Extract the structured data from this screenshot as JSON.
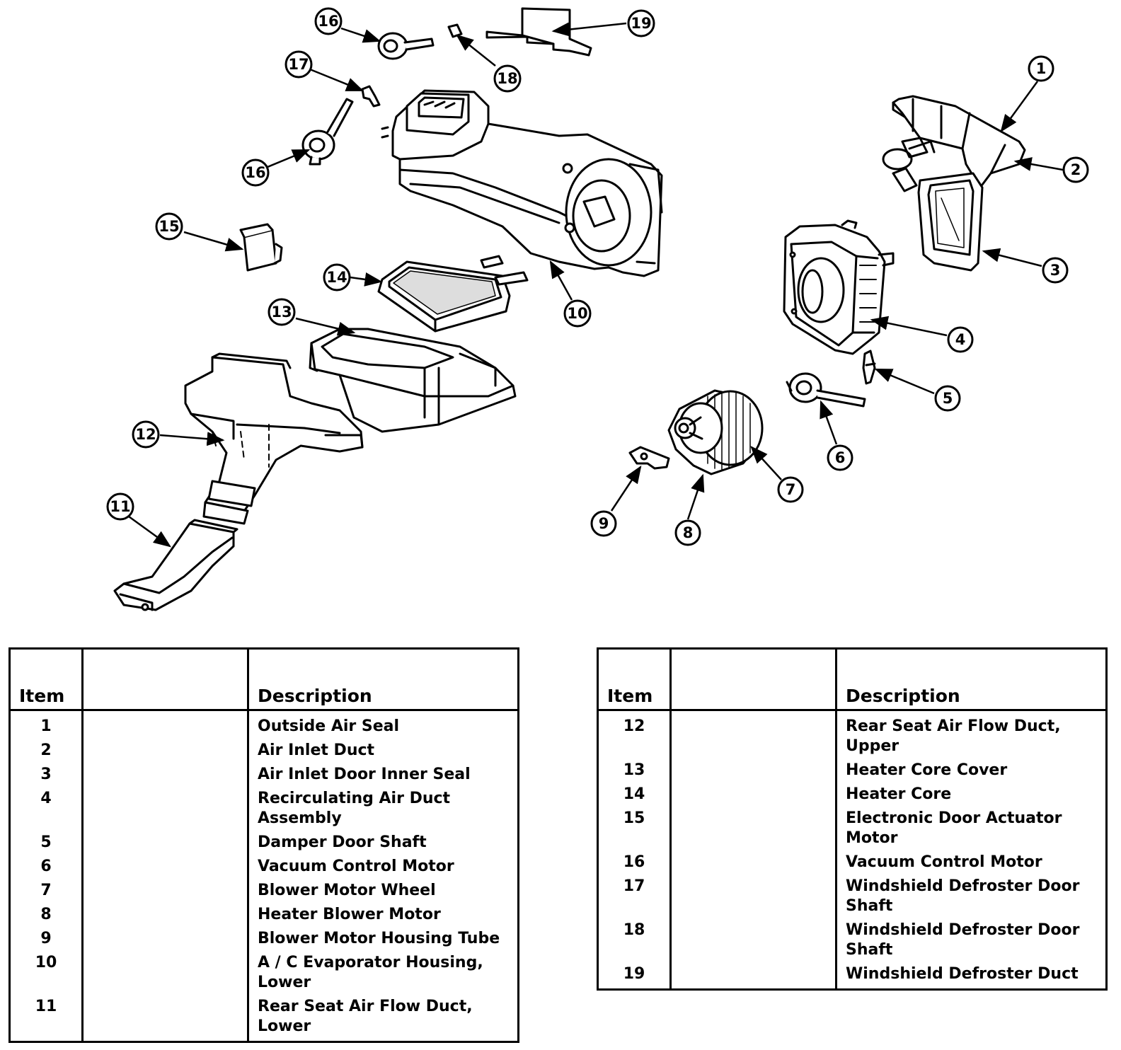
{
  "callouts": [
    "1",
    "2",
    "3",
    "4",
    "5",
    "6",
    "7",
    "8",
    "9",
    "10",
    "11",
    "12",
    "13",
    "14",
    "15",
    "16",
    "16",
    "17",
    "18",
    "19"
  ],
  "table_headers": {
    "item": "Item",
    "blank": "",
    "description": "Description"
  },
  "parts_left": [
    {
      "item": "1",
      "description": "Outside Air Seal"
    },
    {
      "item": "2",
      "description": "Air Inlet Duct"
    },
    {
      "item": "3",
      "description": "Air Inlet Door Inner Seal"
    },
    {
      "item": "4",
      "description": "Recirculating Air Duct Assembly"
    },
    {
      "item": "5",
      "description": "Damper Door Shaft"
    },
    {
      "item": "6",
      "description": "Vacuum Control Motor"
    },
    {
      "item": "7",
      "description": "Blower Motor Wheel"
    },
    {
      "item": "8",
      "description": "Heater Blower Motor"
    },
    {
      "item": "9",
      "description": "Blower Motor Housing Tube"
    },
    {
      "item": "10",
      "description": "A / C Evaporator Housing, Lower"
    },
    {
      "item": "11",
      "description": "Rear Seat Air Flow Duct, Lower"
    }
  ],
  "parts_right": [
    {
      "item": "12",
      "description": "Rear Seat Air Flow Duct, Upper"
    },
    {
      "item": "13",
      "description": "Heater Core Cover"
    },
    {
      "item": "14",
      "description": "Heater Core"
    },
    {
      "item": "15",
      "description": "Electronic Door Actuator Motor"
    },
    {
      "item": "16",
      "description": "Vacuum Control Motor"
    },
    {
      "item": "17",
      "description": "Windshield Defroster Door Shaft"
    },
    {
      "item": "18",
      "description": "Windshield Defroster Door Shaft"
    },
    {
      "item": "19",
      "description": "Windshield Defroster Duct"
    }
  ]
}
